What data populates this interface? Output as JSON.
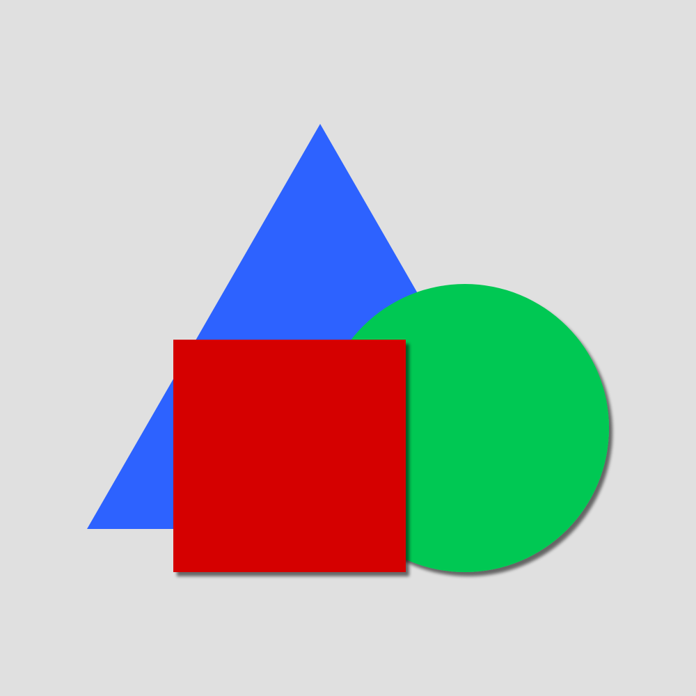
{
  "canvas": {
    "background": "#e0e0e0"
  },
  "shapes": {
    "triangle": {
      "kind": "triangle",
      "color": "#2d62ff"
    },
    "circle": {
      "kind": "circle",
      "color": "#00c853",
      "shadow": true
    },
    "square": {
      "kind": "square",
      "color": "#d50000",
      "shadow": true
    }
  },
  "stacking_order": [
    "triangle",
    "circle",
    "square"
  ]
}
